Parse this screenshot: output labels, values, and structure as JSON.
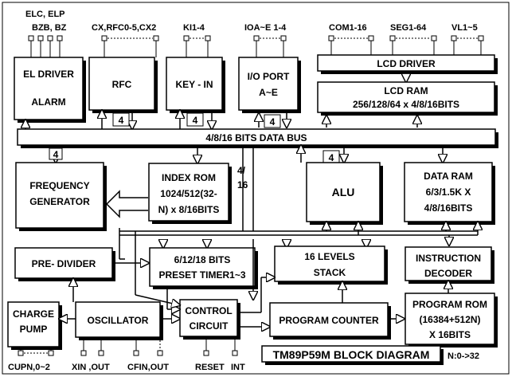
{
  "diagram": {
    "title": "TM89P59M BLOCK DIAGRAM",
    "note": "N:0->32",
    "pins_top": {
      "elc_elp": "ELC, ELP",
      "bzb_bz": "BZB, BZ",
      "rfc": "CX,RFC0-5,CX2",
      "ki": "KI1-4",
      "io": "IOA~E 1-4",
      "com": "COM1-16",
      "seg": "SEG1-64",
      "vl": "VL1~5"
    },
    "pins_bottom": {
      "cupn": "CUPN,0~2",
      "xin": "XIN ,OUT",
      "cfin": "CFIN,OUT",
      "reset": "RESET",
      "int": "INT"
    },
    "blocks": {
      "el_driver_1": "EL DRIVER",
      "el_driver_2": "ALARM",
      "rfc": "RFC",
      "key_in": "KEY - IN",
      "io_port_1": "I/O PORT",
      "io_port_2": "A~E",
      "lcd_driver": "LCD DRIVER",
      "lcd_ram_1": "LCD RAM",
      "lcd_ram_2": "256/128/64 x 4/8/16BITS",
      "data_bus": "4/8/16 BITS DATA BUS",
      "freq_gen_1": "FREQUENCY",
      "freq_gen_2": "GENERATOR",
      "index_rom_1": "INDEX ROM",
      "index_rom_2": "1024/512(32-",
      "index_rom_3": "N) x 8/16BITS",
      "bus_width_1": "4/",
      "bus_width_2": "16",
      "alu": "ALU",
      "data_ram_1": "DATA RAM",
      "data_ram_2": "6/3/1.5K X",
      "data_ram_3": "4/8/16BITS",
      "pre_divider": "PRE- DIVIDER",
      "preset_timer_1": "6/12/18 BITS",
      "preset_timer_2": "PRESET TIMER1~3",
      "stack_1": "16 LEVELS",
      "stack_2": "STACK",
      "instr_dec_1": "INSTRUCTION",
      "instr_dec_2": "DECODER",
      "charge_pump_1": "CHARGE",
      "charge_pump_2": "PUMP",
      "oscillator": "OSCILLATOR",
      "control_1": "CONTROL",
      "control_2": "CIRCUIT",
      "program_counter": "PROGRAM COUNTER",
      "program_rom_1": "PROGRAM ROM",
      "program_rom_2": "(16384+512N)",
      "program_rom_3": "X 16BITS"
    },
    "bus_width_labels": [
      "4",
      "4",
      "4",
      "4",
      "4"
    ]
  }
}
